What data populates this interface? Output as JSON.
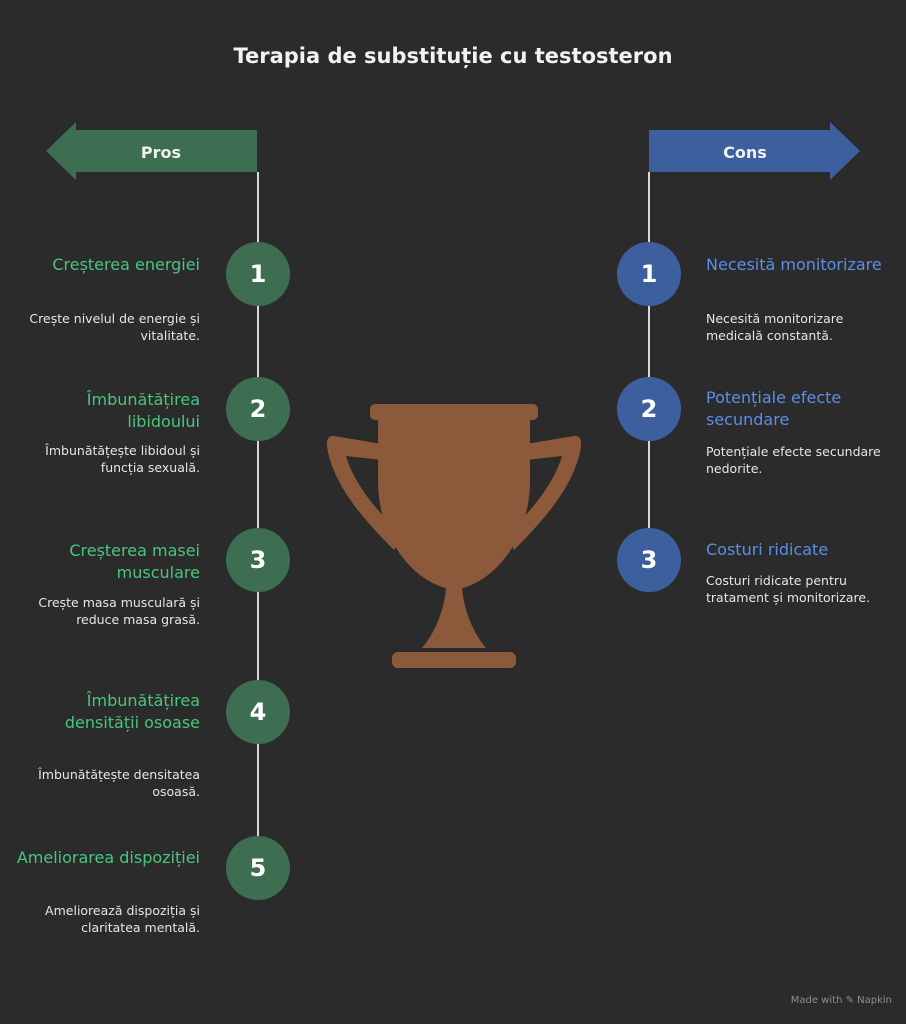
{
  "title": "Terapia de substituție cu testosteron",
  "colors": {
    "background": "#2b2b2b",
    "pros": "#3e6e52",
    "pros_text": "#47c77e",
    "cons": "#3e5f9e",
    "cons_text": "#5b8ee8",
    "trophy": "#8c5a3a"
  },
  "pros": {
    "label": "Pros",
    "items": [
      {
        "number": "1",
        "title": "Creșterea energiei",
        "desc": "Crește nivelul de energie și vitalitate."
      },
      {
        "number": "2",
        "title": "Îmbunătățirea libidoului",
        "desc": "Îmbunătățește libidoul și funcția sexuală."
      },
      {
        "number": "3",
        "title": "Creșterea masei musculare",
        "desc": "Crește masa musculară și reduce masa grasă."
      },
      {
        "number": "4",
        "title": "Îmbunătățirea densității osoase",
        "desc": "Îmbunătățește densitatea osoasă."
      },
      {
        "number": "5",
        "title": "Ameliorarea dispoziției",
        "desc": "Ameliorează dispoziția și claritatea mentală."
      }
    ]
  },
  "cons": {
    "label": "Cons",
    "items": [
      {
        "number": "1",
        "title": "Necesită monitorizare",
        "desc": "Necesită monitorizare medicală constantă."
      },
      {
        "number": "2",
        "title": "Potențiale efecte secundare",
        "desc": "Potențiale efecte secundare nedorite."
      },
      {
        "number": "3",
        "title": "Costuri ridicate",
        "desc": "Costuri ridicate pentru tratament și monitorizare."
      }
    ]
  },
  "center_icon": "trophy-icon",
  "footer": "Made with ✎ Napkin"
}
